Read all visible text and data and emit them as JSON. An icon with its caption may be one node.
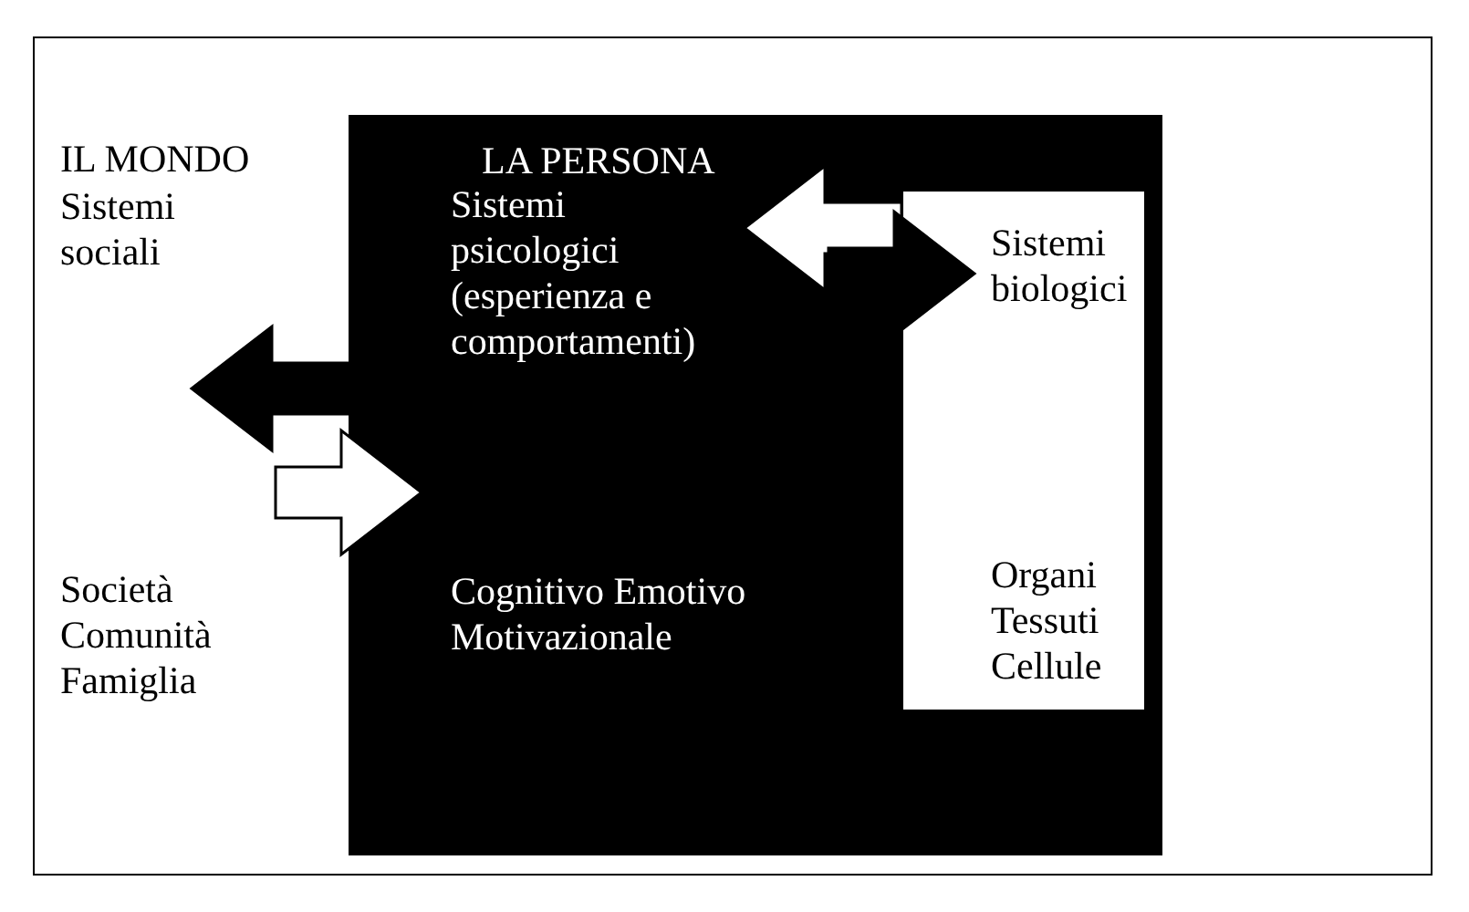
{
  "diagram": {
    "nodes": [
      {
        "text": [
          "IL MONDO",
          "Sistemi sociali",
          "Società Comunità Famiglia"
        ]
      },
      {
        "text": [
          "LA PERSONA",
          "Sistemi psicologici (esperienza e comportamenti)",
          "Cognitivo Emotivo Motivazionale"
        ],
        "in": 0
      },
      {
        "text": [
          "Sistemi biologici",
          "Organi Tessuti Cellule"
        ],
        "in": 1
      }
    ],
    "edges": [
      {
        "from": 1,
        "to": 0,
        "arrow": "to",
        "style": "thick"
      },
      {
        "from": 0,
        "to": 1,
        "arrow": "to",
        "style": "thick",
        "color": "#ffffff"
      },
      {
        "from": 2,
        "to": 1,
        "arrow": "to",
        "style": "thick",
        "color": "#ffffff"
      },
      {
        "from": 1,
        "to": 2,
        "arrow": "to",
        "style": "thick"
      }
    ]
  }
}
